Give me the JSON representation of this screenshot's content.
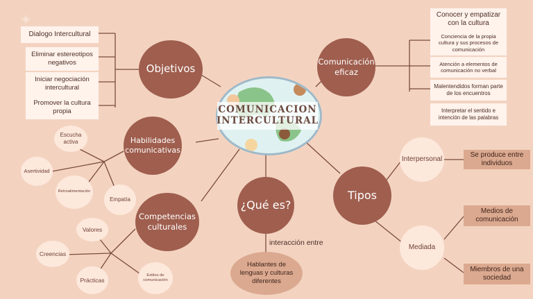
{
  "center": {
    "line1": "COMUNICACION",
    "line2": "INTERCULTURAL"
  },
  "objetivos": {
    "label": "Objetivos",
    "items": [
      "Dialogo Intercultural",
      "Eliminar estereotipos negativos",
      "Iniciar negociación intercultural",
      "Promover la cultura propia"
    ]
  },
  "comunicacion_eficaz": {
    "label": "Comunicación eficaz",
    "items": [
      "Conocer y empatizar con la cultura",
      "Conciencia de la propia cultura y sus procesos de comunicación",
      "Atención a elementos de comunicación no verbal",
      "Malentendidos forman parte de los encuentros",
      "Interpretar el sentido e intención de las palabras"
    ]
  },
  "habilidades": {
    "label": "Habilidades comunicativas",
    "items": [
      "Escucha activa",
      "Asertividad",
      "Retroalimentación",
      "Empatía"
    ]
  },
  "tipos": {
    "label": "Tipos",
    "interpersonal": {
      "label": "Interpersonal",
      "detail": "Se produce entre individuos"
    },
    "mediada": {
      "label": "Mediada",
      "details": [
        "Medios de comunicación",
        "Miembros de una sociedad"
      ]
    }
  },
  "que_es": {
    "label": "¿Qué es?",
    "connector": "interacción entre",
    "answer": "Hablantes de lenguas y culturas diferentes"
  },
  "competencias": {
    "label": "Competencias culturales",
    "items": [
      "Valores",
      "Creencias",
      "Prácticas",
      "Estilos de comunicación"
    ]
  },
  "colors": {
    "background": "#f3d3c0",
    "hub": "#9f5e4e",
    "leaf": "#fde8dc",
    "box": "#fff3ec",
    "accent_box": "#dba98f",
    "line": "#7a4a3c"
  }
}
